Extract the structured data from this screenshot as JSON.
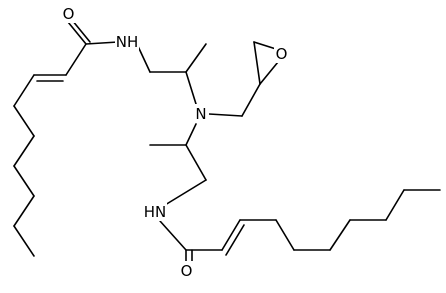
{
  "structure": {
    "type": "skeletal-formula",
    "labels": {
      "o_top_amide": "O",
      "nh_top": "NH",
      "n_central": "N",
      "o_epoxide": "O",
      "hn_bottom": "HN",
      "o_bottom_amide": "O"
    },
    "colors": {
      "bond": "#000000",
      "label": "#000000",
      "background": "#ffffff"
    }
  }
}
